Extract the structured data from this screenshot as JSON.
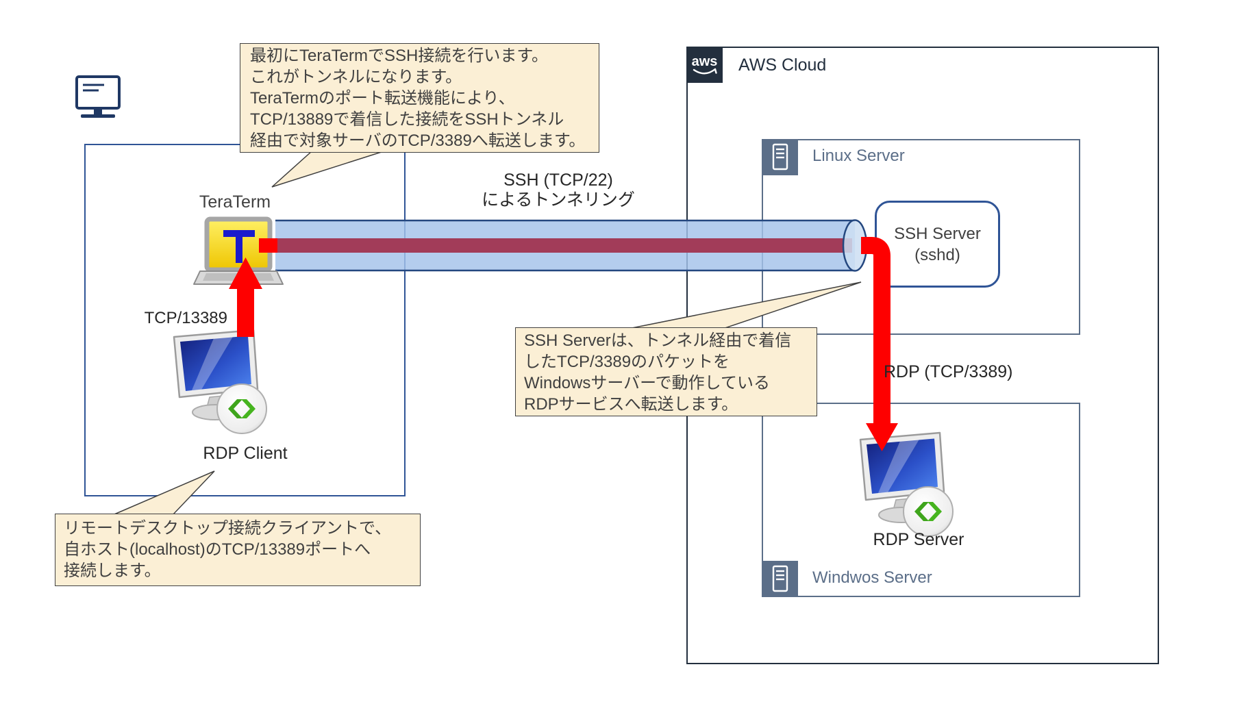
{
  "callouts": {
    "teraterm_note": {
      "lines": [
        "最初にTeraTermでSSH接続を行います。",
        "これがトンネルになります。",
        "TeraTermのポート転送機能により、",
        "TCP/13889で着信した接続をSSHトンネル",
        "経由で対象サーバのTCP/3389へ転送します。"
      ]
    },
    "ssh_server_note": {
      "lines": [
        "SSH Serverは、トンネル経由で着信",
        "したTCP/3389のパケットを",
        "Windowsサーバーで動作している",
        "RDPサービスへ転送します。"
      ]
    },
    "rdp_client_note": {
      "lines": [
        "リモートデスクトップ接続クライアントで、",
        "自ホスト(localhost)のTCP/13389ポートへ",
        "接続します。"
      ]
    }
  },
  "labels": {
    "teraterm": "TeraTerm",
    "tcp_13389": "TCP/13389",
    "rdp_client": "RDP Client",
    "ssh_tunnel_line1": "SSH (TCP/22)",
    "ssh_tunnel_line2": "によるトンネリング",
    "aws_logo": "aws",
    "aws_cloud": "AWS Cloud",
    "linux_server": "Linux Server",
    "ssh_server_line1": "SSH Server",
    "ssh_server_line2": "(sshd)",
    "rdp_tcp_3389": "RDP (TCP/3389)",
    "rdp_server": "RDP Server",
    "windows_server": "Windwos Server",
    "teraterm_icon_letter": "T"
  },
  "colors": {
    "tunnel_fill": "#A4C2EA",
    "tunnel_stroke": "#24477F",
    "tunnel_band": "#A23C59",
    "arrow_red": "#FE0000",
    "callout_fill": "#FBEFD5",
    "box_blue": "#2F5496",
    "aws_dark": "#232F3E",
    "server_slate": "#5B6E88",
    "teraterm_yellow": "#FFE84A",
    "rdp_green": "#46B41F"
  }
}
